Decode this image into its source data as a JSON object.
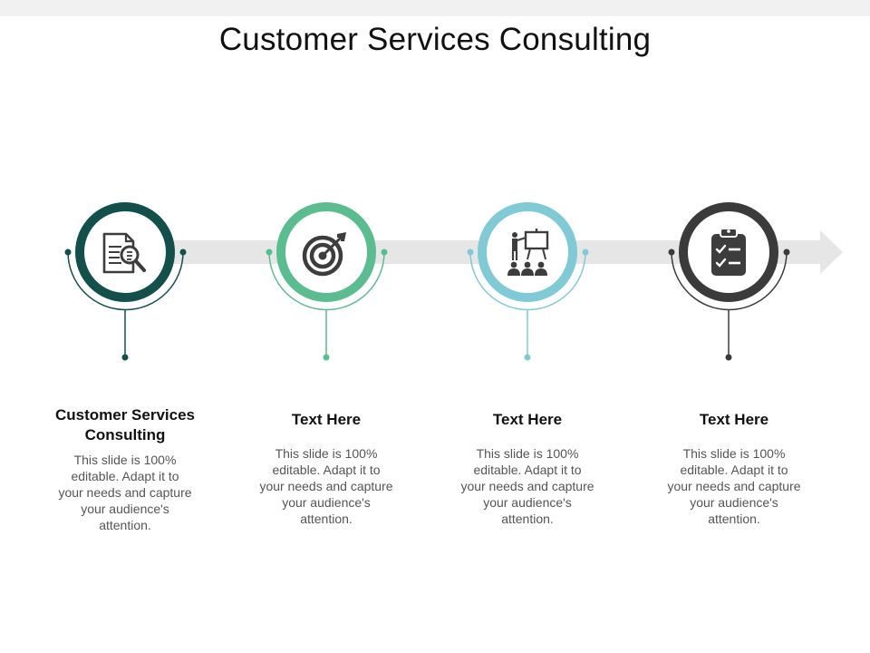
{
  "slide": {
    "title": "Customer Services Consulting",
    "arrow_color": "#e6e6e6"
  },
  "steps": [
    {
      "heading": "Customer Services Consulting",
      "description": "This slide is 100% editable. Adapt it to your needs and capture your audience's attention.",
      "color": "#134f4b",
      "icon": "document-search-icon"
    },
    {
      "heading": "Text Here",
      "description": "This slide is 100% editable. Adapt it to your needs and capture your audience's attention.",
      "color": "#5bbd8f",
      "icon": "target-icon"
    },
    {
      "heading": "Text Here",
      "description": "This slide is 100% editable. Adapt it to your needs and capture your audience's attention.",
      "color": "#7fcad5",
      "icon": "presentation-icon"
    },
    {
      "heading": "Text Here",
      "description": "This slide is 100% editable. Adapt it to your needs and capture your audience's attention.",
      "color": "#3b3b3b",
      "icon": "clipboard-checklist-icon"
    }
  ]
}
